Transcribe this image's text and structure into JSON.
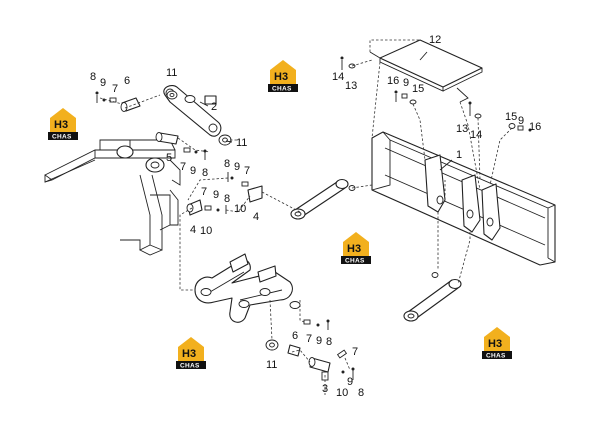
{
  "logo": {
    "mark": "H3",
    "text": "CHAS"
  },
  "callouts": [
    "1",
    "2",
    "3",
    "4",
    "5",
    "6",
    "7",
    "8",
    "9",
    "10",
    "11",
    "12",
    "13",
    "14",
    "15",
    "16"
  ],
  "colors": {
    "logo_accent": "#f2b01e",
    "logo_band": "#111111",
    "ink": "#222222"
  }
}
